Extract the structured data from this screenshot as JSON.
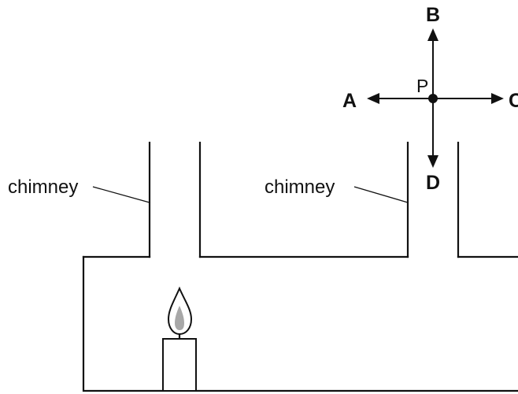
{
  "labels": {
    "chimney_left": "chimney",
    "chimney_right": "chimney",
    "point": "P",
    "arrow_a": "A",
    "arrow_b": "B",
    "arrow_c": "C",
    "arrow_d": "D"
  }
}
